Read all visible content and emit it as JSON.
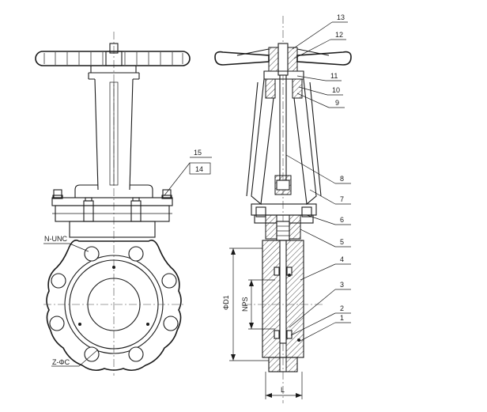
{
  "left_view": {
    "labels": {
      "n_unc": "N-UNC",
      "z_phi_c": "Z-ΦC",
      "part_15": "15",
      "part_14": "14"
    }
  },
  "right_view": {
    "part_numbers": [
      "13",
      "12",
      "11",
      "10",
      "9",
      "8",
      "7",
      "6",
      "5",
      "4",
      "3",
      "2",
      "1"
    ],
    "dimensions": {
      "d1": "ΦD1",
      "nps": "NPS",
      "l": "L"
    }
  }
}
